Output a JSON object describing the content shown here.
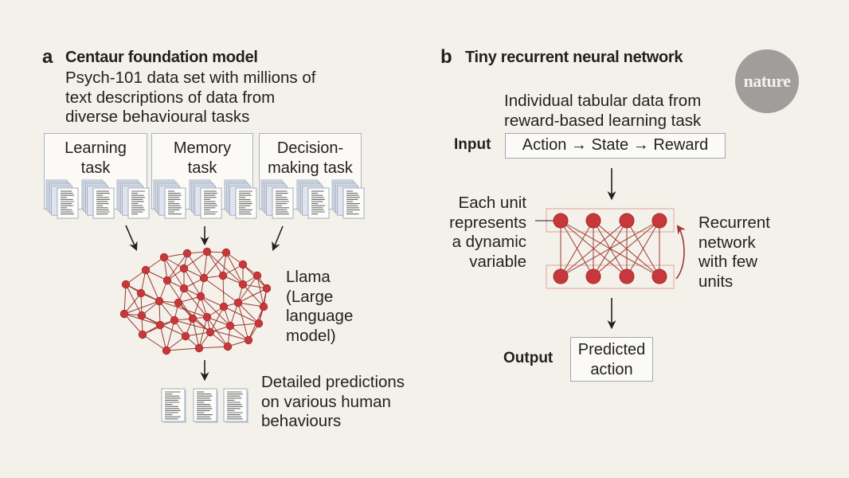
{
  "panel_a": {
    "letter": "a",
    "title": "Centaur foundation model",
    "description_lines": [
      "Psych-101 data set with millions of",
      "text descriptions of data from",
      "diverse behavioural tasks"
    ],
    "tasks": [
      {
        "lines": [
          "Learning",
          "task"
        ]
      },
      {
        "lines": [
          "Memory",
          "task"
        ]
      },
      {
        "lines": [
          "Decision-",
          "making task"
        ]
      }
    ],
    "model_label_lines": [
      "Llama",
      "(Large",
      "language",
      "model)"
    ],
    "output_label_lines": [
      "Detailed predictions",
      "on various human",
      "behaviours"
    ]
  },
  "panel_b": {
    "letter": "b",
    "title": "Tiny recurrent neural network",
    "description_lines": [
      "Individual tabular data from",
      "reward-based learning task"
    ],
    "input_label": "Input",
    "input_sequence": [
      "Action",
      "State",
      "Reward"
    ],
    "arrow_glyph": "→",
    "unit_annotation_lines": [
      "Each unit",
      "represents",
      "a dynamic",
      "variable"
    ],
    "recurrent_annotation_lines": [
      "Recurrent",
      "network",
      "with few",
      "units"
    ],
    "output_label": "Output",
    "output_lines": [
      "Predicted",
      "action"
    ]
  },
  "logo": {
    "text": "nature"
  },
  "colors": {
    "background": "#f4f1ea",
    "node": "#c8383a",
    "edge": "#9c3a32",
    "box_border": "#a7b3c5",
    "logo": "#a09e9b"
  }
}
